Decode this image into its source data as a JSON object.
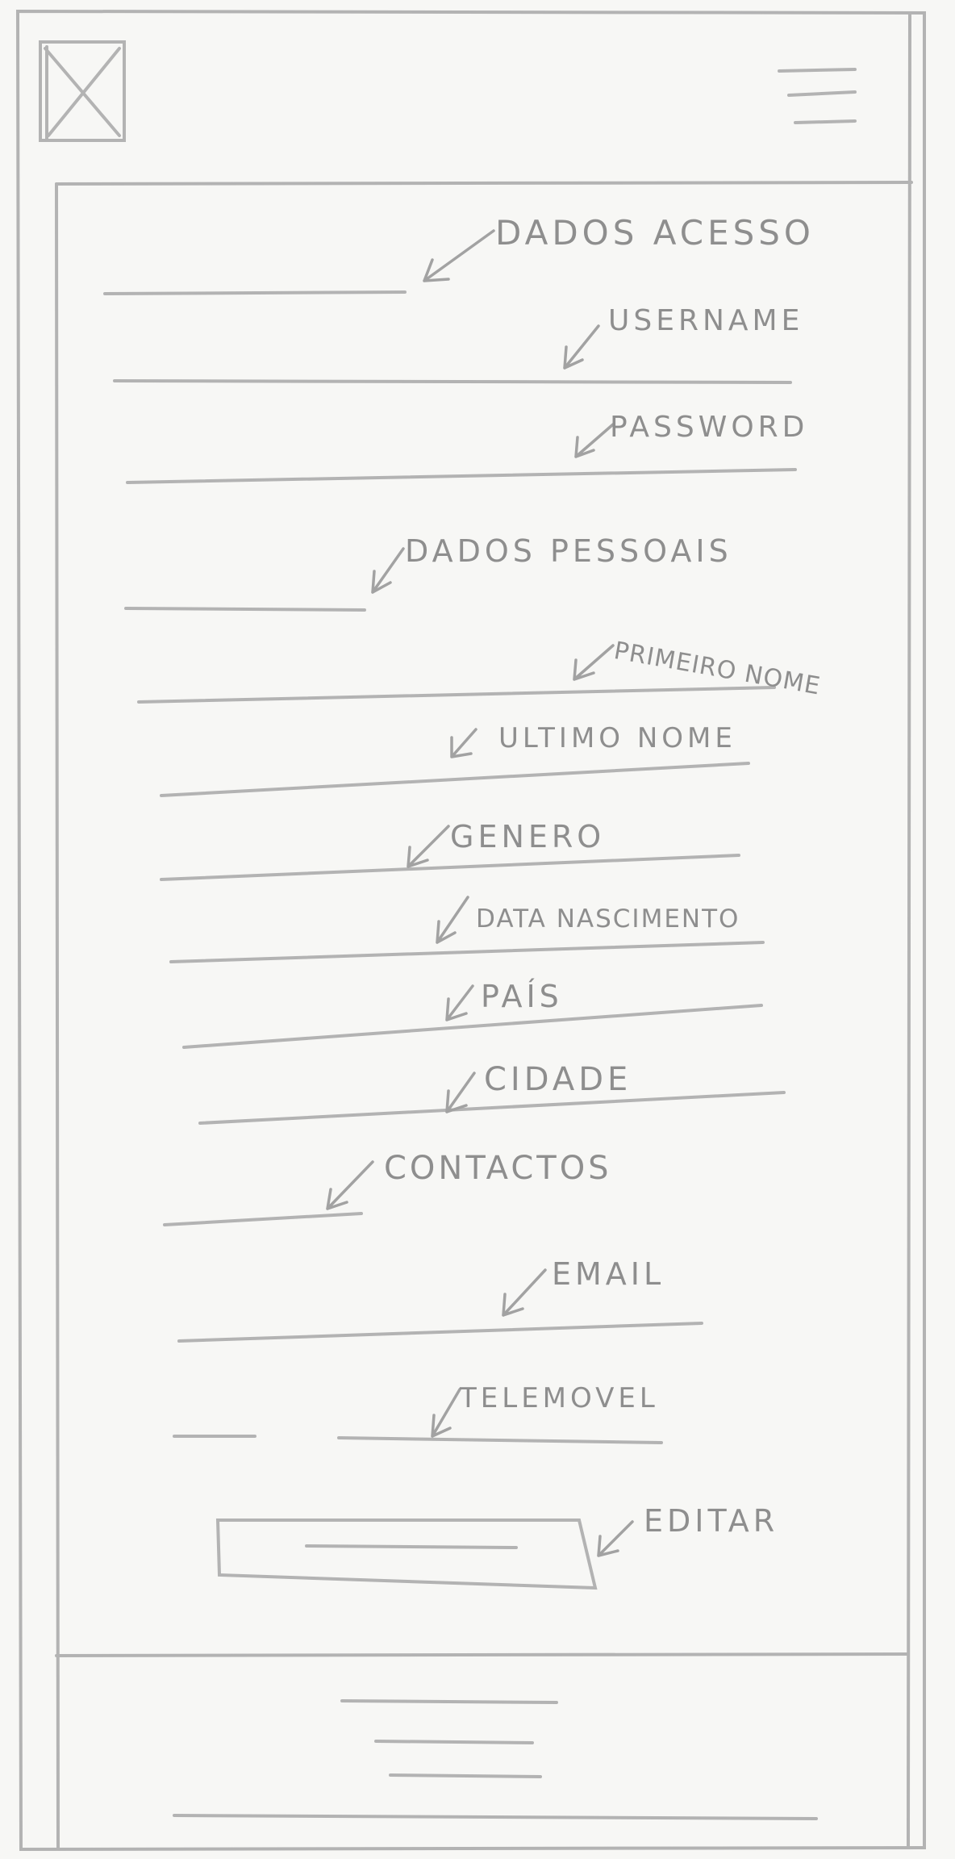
{
  "annotations": {
    "dados_acesso": "DADOS ACESSO",
    "username": "USERNAME",
    "password": "PASSWORD",
    "dados_pessoais": "DADOS PESSOAIS",
    "primeiro_nome": "PRIMEIRO NOME",
    "ultimo_nome": "ULTIMO NOME",
    "genero": "GENERO",
    "data_nascimento": "DATA NASCIMENTO",
    "pais": "PAÍS",
    "cidade": "CIDADE",
    "contactos": "CONTACTOS",
    "email": "EMAIL",
    "telemovel": "TELEMOVEL",
    "editar": "EDITAR"
  },
  "icons": {
    "logo": "image-placeholder-icon",
    "menu": "hamburger-menu-icon"
  }
}
